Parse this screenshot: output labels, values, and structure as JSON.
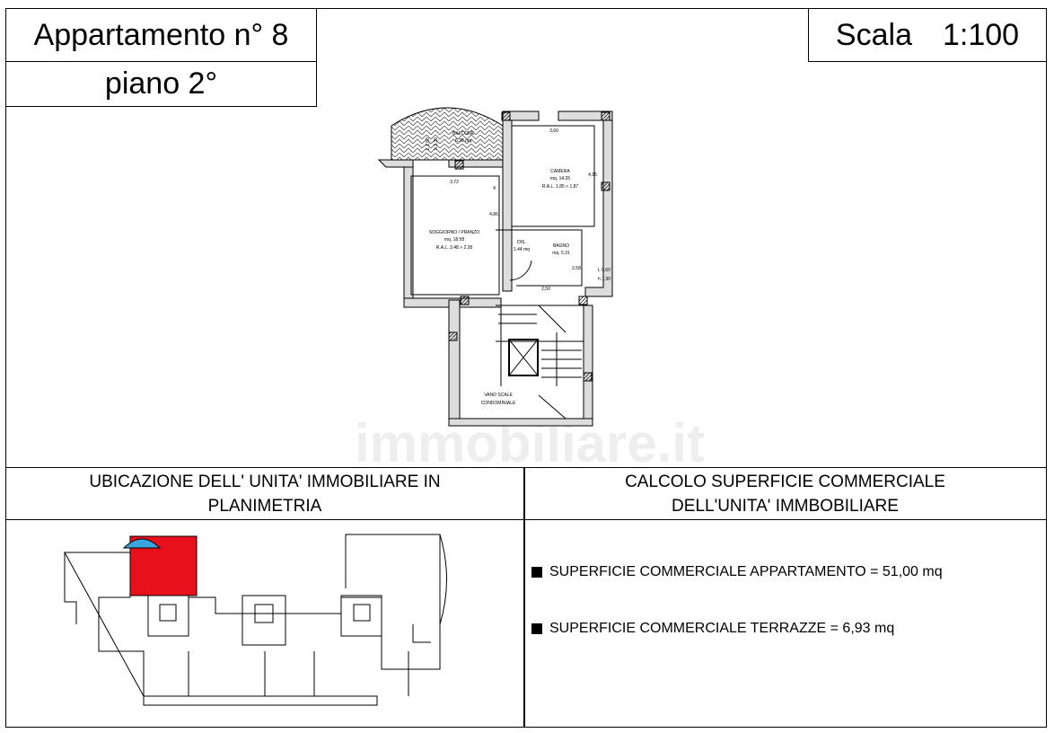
{
  "title": {
    "apartment": "Appartamento n° 8",
    "floor": "piano 2°"
  },
  "scale": {
    "label": "Scala",
    "value": "1:100"
  },
  "plan": {
    "rooms": {
      "balcone": {
        "name": "BALCONE",
        "area": "6.38 mq",
        "dim1": "L 1,50",
        "dim2": "h 2,30"
      },
      "camera": {
        "name": "CAMERA",
        "area": "mq. 14.35",
        "ral": "R.A.L. 1.85 > 1.87",
        "width": "3,60",
        "height": "4,15"
      },
      "soggiorno": {
        "name": "SOGGIORNO / PRANZO",
        "area": "mq. 18.58",
        "ral": "R.A.L. 3.48 > 2.28",
        "width": "3,72",
        "height": "4,86"
      },
      "dis": {
        "name": "DIS.",
        "area": "1.44 mq"
      },
      "bagno": {
        "name": "BAGNO",
        "area": "mq. 5.31",
        "width": "2,50",
        "height": "2,58"
      },
      "scale": {
        "name1": "VANO SCALE",
        "name2": "CONDOMINIALE"
      }
    },
    "kitchen_mark": "K",
    "window": {
      "l": "L 0,60",
      "h": "h 1,30"
    },
    "watermark": "immobiliare.it"
  },
  "bottom": {
    "left_header": "UBICAZIONE DELL' UNITA' IMMOBILIARE IN PLANIMETRIA",
    "right_header": "CALCOLO SUPERFICIE COMMERCIALE DELL'UNITA' IMMBOBILIARE",
    "lines": [
      "SUPERFICIE COMMERCIALE APPARTAMENTO = 51,00 mq",
      "SUPERFICIE COMMERCIALE TERRAZZE = 6,93 mq"
    ]
  },
  "colors": {
    "unit": "#e8101a",
    "balcony": "#3aa4dd"
  }
}
